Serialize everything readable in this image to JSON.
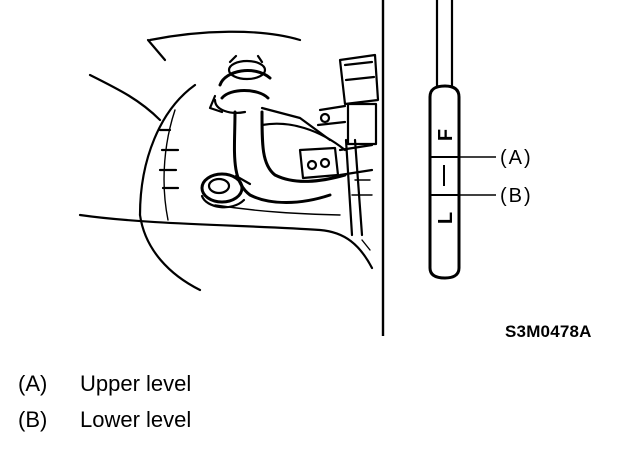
{
  "figure": {
    "dipstick_marks": {
      "upper": "F",
      "lower": "L"
    },
    "callouts": {
      "a": "(A)",
      "b": "(B)"
    },
    "code": "S3M0478A"
  },
  "legend": [
    {
      "key": "(A)",
      "text": "Upper level"
    },
    {
      "key": "(B)",
      "text": "Lower level"
    }
  ]
}
